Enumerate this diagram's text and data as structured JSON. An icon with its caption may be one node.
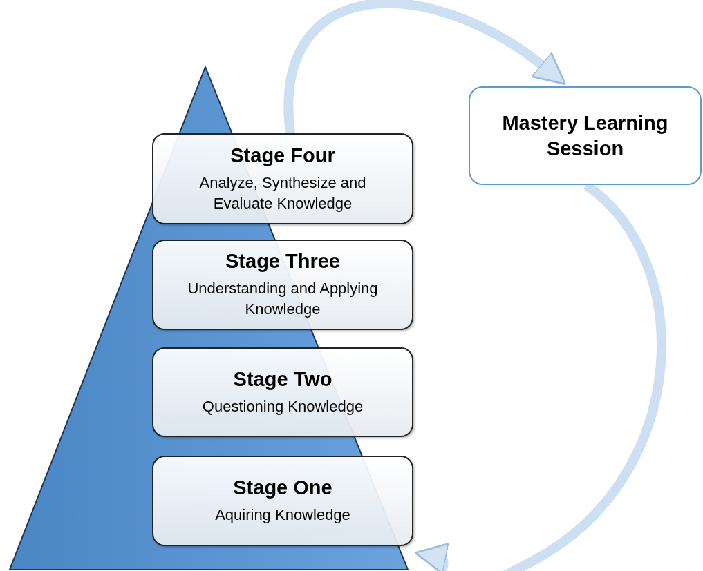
{
  "diagram": {
    "nodes": [
      {
        "text": [
          "Stage Four",
          "Analyze, Synthesize and Evaluate Knowledge"
        ]
      },
      {
        "text": [
          "Mastery Learning Session"
        ]
      },
      {
        "text": [
          "Stage Three",
          "Understanding and Applying Knowledge"
        ]
      },
      {
        "text": [
          "Stage Two",
          "Questioning Knowledge"
        ]
      },
      {
        "text": [
          "Stage One",
          "Aquiring Knowledge"
        ]
      }
    ],
    "edges": [
      {
        "from": 0,
        "to": 1,
        "arrow": "to"
      },
      {
        "from": 1,
        "to": 4,
        "arrow": "to"
      }
    ]
  }
}
